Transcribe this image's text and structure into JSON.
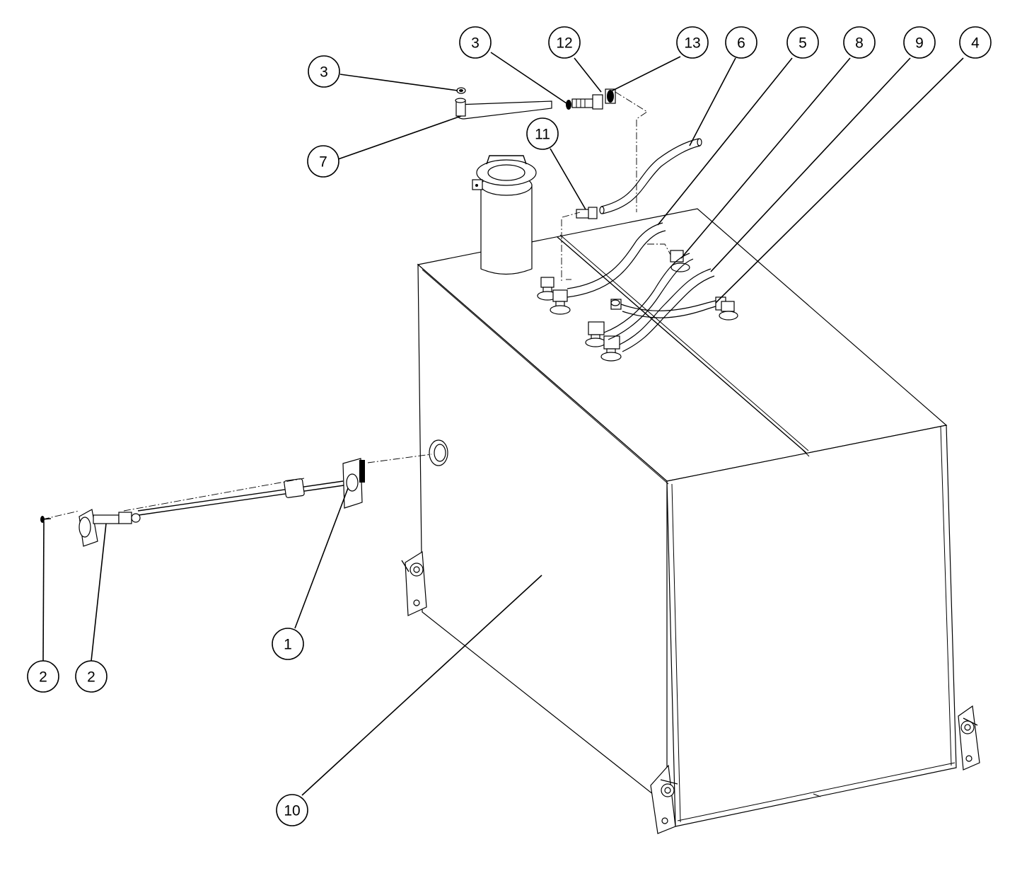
{
  "diagram": {
    "callouts": [
      {
        "id": "c1",
        "label": "1"
      },
      {
        "id": "c2a",
        "label": "2"
      },
      {
        "id": "c2b",
        "label": "2"
      },
      {
        "id": "c3a",
        "label": "3"
      },
      {
        "id": "c3b",
        "label": "3"
      },
      {
        "id": "c4",
        "label": "4"
      },
      {
        "id": "c5",
        "label": "5"
      },
      {
        "id": "c6",
        "label": "6"
      },
      {
        "id": "c7",
        "label": "7"
      },
      {
        "id": "c8",
        "label": "8"
      },
      {
        "id": "c9",
        "label": "9"
      },
      {
        "id": "c10",
        "label": "10"
      },
      {
        "id": "c11",
        "label": "11"
      },
      {
        "id": "c12",
        "label": "12"
      },
      {
        "id": "c13",
        "label": "13"
      }
    ]
  }
}
